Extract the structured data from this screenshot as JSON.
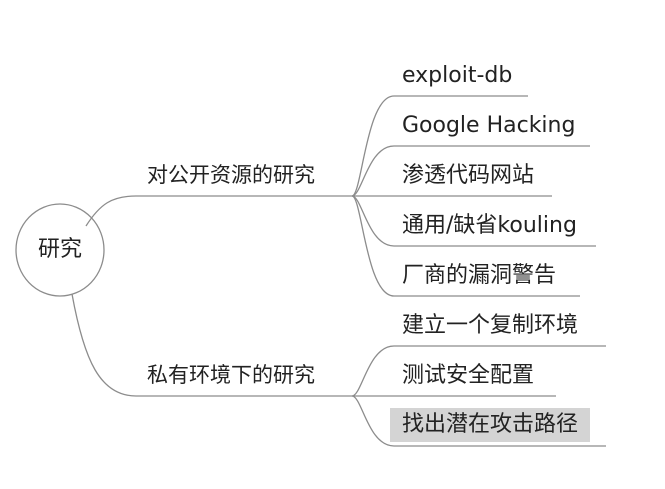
{
  "root": {
    "label": "研究"
  },
  "branches": [
    {
      "label": "对公开资源的研究",
      "leaves": [
        {
          "label": "exploit-db"
        },
        {
          "label": "Google Hacking"
        },
        {
          "label": "渗透代码网站"
        },
        {
          "label": "通用/缺省kouling"
        },
        {
          "label": "厂商的漏洞警告"
        }
      ]
    },
    {
      "label": "私有环境下的研究",
      "leaves": [
        {
          "label": "建立一个复制环境"
        },
        {
          "label": "测试安全配置"
        },
        {
          "label": "找出潜在攻击路径",
          "selected": true
        }
      ]
    }
  ],
  "colors": {
    "line": "#8c8c8c",
    "selected_bg": "#d4d4d4"
  }
}
